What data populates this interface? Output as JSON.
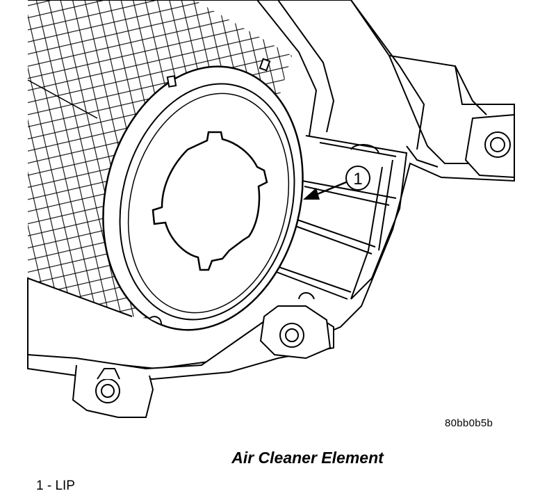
{
  "diagram": {
    "callout_number": "1",
    "figure_code": "80bb0b5b",
    "caption": "Air Cleaner Element",
    "legend": "1 - LIP"
  }
}
